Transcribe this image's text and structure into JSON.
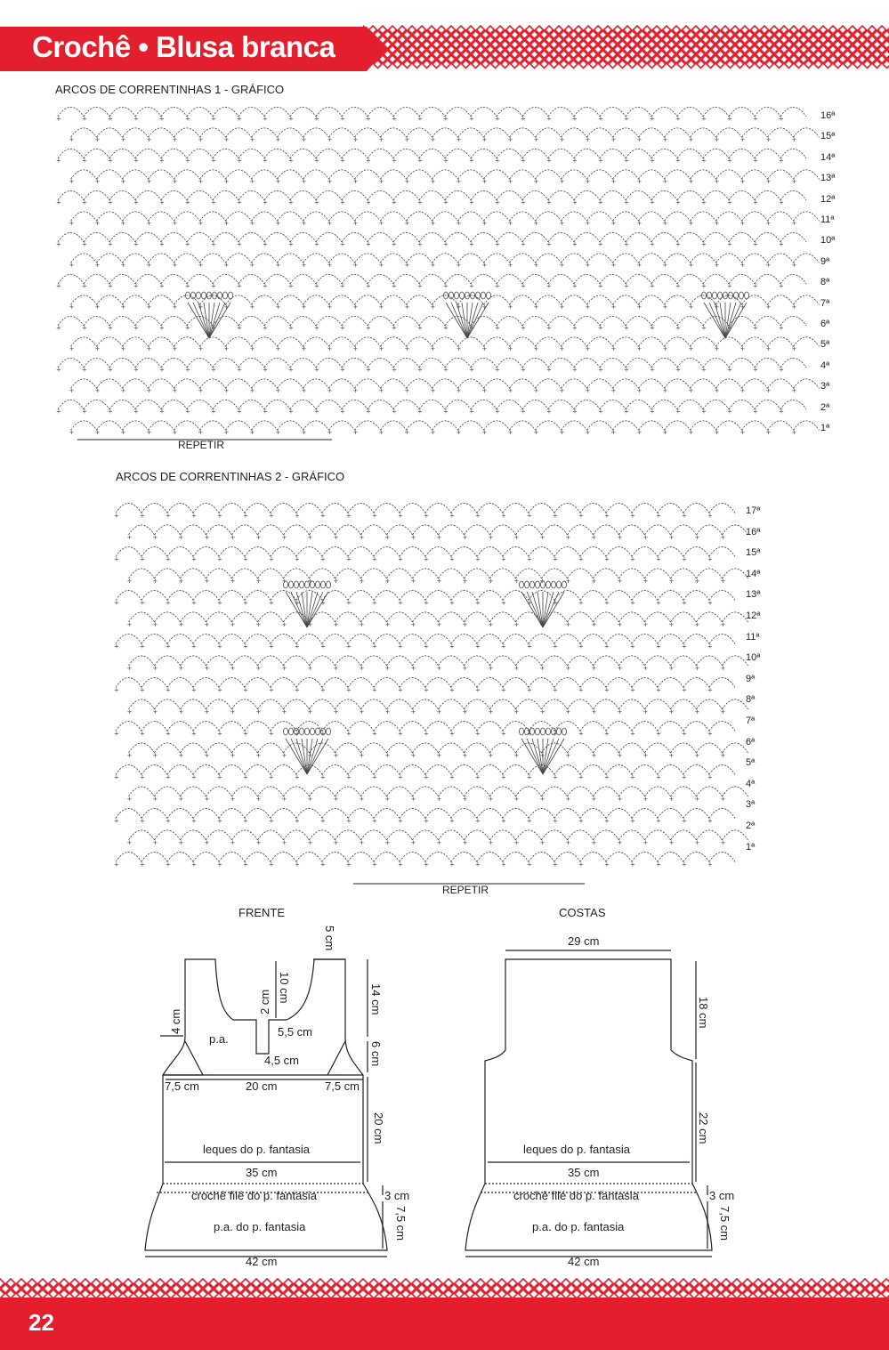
{
  "header": {
    "title": "Crochê • Blusa branca",
    "accent_color": "#e31e2d"
  },
  "chart1": {
    "title": "ARCOS DE CORRENTINHAS 1 - GRÁFICO",
    "repeat_label": "REPETIR",
    "row_labels": [
      "16ª",
      "15ª",
      "14ª",
      "13ª",
      "12ª",
      "11ª",
      "10ª",
      "9ª",
      "8ª",
      "7ª",
      "6ª",
      "5ª",
      "4ª",
      "3ª",
      "2ª",
      "1ª"
    ]
  },
  "chart2": {
    "title": "ARCOS DE CORRENTINHAS 2 - GRÁFICO",
    "repeat_label": "REPETIR",
    "row_labels": [
      "17ª",
      "16ª",
      "15ª",
      "14ª",
      "13ª",
      "12ª",
      "11ª",
      "10ª",
      "9ª",
      "8ª",
      "7ª",
      "6ª",
      "5ª",
      "4ª",
      "3ª",
      "2ª",
      "1ª"
    ]
  },
  "front": {
    "title": "FRENTE",
    "labels": {
      "neck_strap": "5 cm",
      "neck_depth": "10 cm",
      "placket": "2 cm",
      "armhole_height": "14 cm",
      "side_small": "4 cm",
      "body_label": "p.a.",
      "placket_width": "5,5 cm",
      "placket_bottom": "4,5 cm",
      "yoke_height": "6 cm",
      "side_left": "7,5 cm",
      "center": "20 cm",
      "side_right": "7,5 cm",
      "body_height": "20 cm",
      "fans": "leques do p. fantasia",
      "width35": "35 cm",
      "filet": "crochê filé do p. fantasia",
      "filet_height": "3 cm",
      "pa_fantasia": "p.a. do p. fantasia",
      "bottom_height": "7,5 cm",
      "width42": "42 cm"
    }
  },
  "back": {
    "title": "COSTAS",
    "labels": {
      "top_width": "29 cm",
      "upper_height": "18 cm",
      "lower_height": "22 cm",
      "fans": "leques do p. fantasia",
      "width35": "35 cm",
      "filet": "crochê filé do p. fantasia",
      "filet_height": "3 cm",
      "pa_fantasia": "p.a. do p. fantasia",
      "bottom_height": "7,5 cm",
      "width42": "42 cm"
    }
  },
  "footer": {
    "page_number": "22"
  }
}
